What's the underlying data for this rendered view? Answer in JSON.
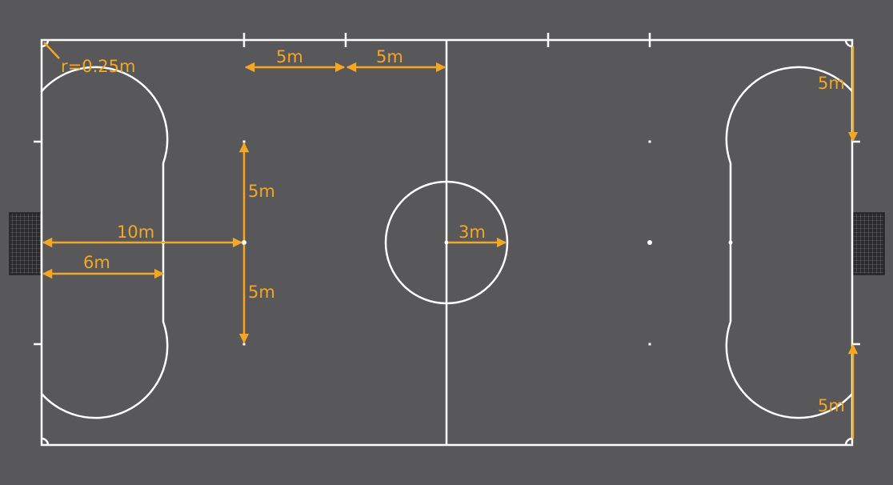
{
  "colors": {
    "background": "#58585a",
    "court_lines": "#ffffff",
    "dimensions": "#f5a623",
    "goal_net": "#2b2b2d"
  },
  "icons": {
    "goal_left": "goal-net-icon",
    "goal_right": "goal-net-icon"
  },
  "labels": {
    "corner_radius": "r=0.25m",
    "touchline_mark_1": "5m",
    "touchline_mark_2": "5m",
    "end_sub_zone_top": "5m",
    "end_sub_zone_bottom": "5m",
    "second_penalty_up": "5m",
    "second_penalty_down": "5m",
    "second_penalty_distance": "10m",
    "penalty_mark_distance": "6m",
    "center_circle_radius": "3m"
  }
}
